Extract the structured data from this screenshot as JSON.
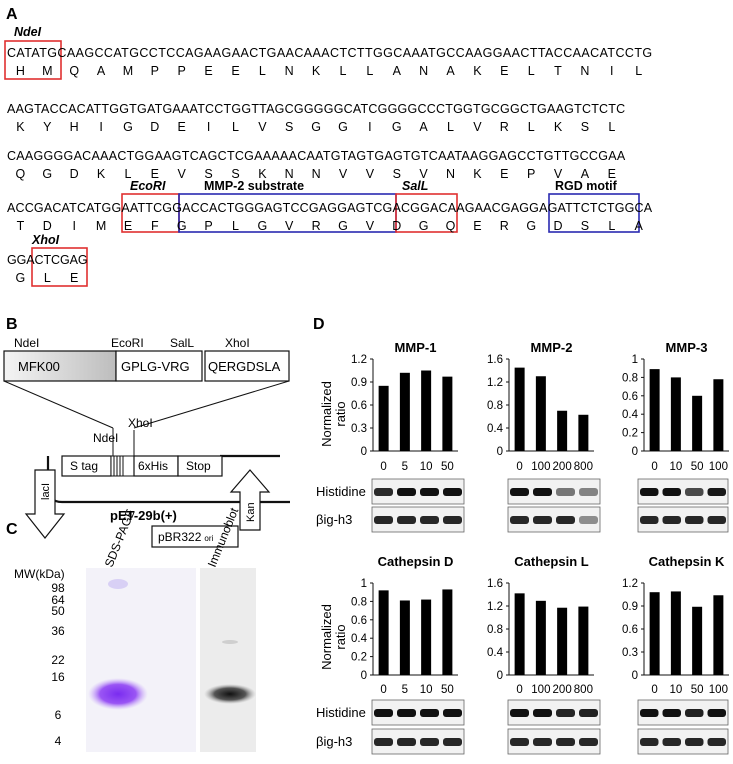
{
  "panels": {
    "a": "A",
    "b": "B",
    "c": "C",
    "d": "D"
  },
  "sequence": {
    "rows": [
      {
        "dna": "CATATGCAAGCCATGCCTCCAGAAGAACTGAACAAACTCTTGGCAAATGCCAAGGAACTTACCAACATCCTG",
        "aa": [
          "H",
          "M",
          "Q",
          "A",
          "M",
          "P",
          "P",
          "E",
          "E",
          "L",
          "N",
          "K",
          "L",
          "L",
          "A",
          "N",
          "A",
          "K",
          "E",
          "L",
          "T",
          "N",
          "I",
          "L"
        ]
      },
      {
        "dna": "AAGTACCACATTGGTGATGAAATCCTGGTTAGCGGGGGCATCGGGGCCCTGGTGCGGCTGAAGTCTCTC",
        "aa": [
          "K",
          "Y",
          "H",
          "I",
          "G",
          "D",
          "E",
          "I",
          "L",
          "V",
          "S",
          "G",
          "G",
          "I",
          "G",
          "A",
          "L",
          "V",
          "R",
          "L",
          "K",
          "S",
          "L"
        ]
      },
      {
        "dna": "CAAGGGGACAAACTGGAAGTCAGCTCGAAAAACAATGTAGTGAGTGTCAATAAGGAGCCTGTTGCCGAA",
        "aa": [
          "Q",
          "G",
          "D",
          "K",
          "L",
          "E",
          "V",
          "S",
          "S",
          "K",
          "N",
          "N",
          "V",
          "V",
          "S",
          "V",
          "N",
          "K",
          "E",
          "P",
          "V",
          "A",
          "E"
        ]
      },
      {
        "dna": "ACCGACATCATGGAATTCGGACCACTGGGAGTCCGAGGAGTCGACGGACAAGAACGAGGAGATTCTCTGGCA",
        "aa": [
          "T",
          "D",
          "I",
          "M",
          "E",
          "F",
          "G",
          "P",
          "L",
          "G",
          "V",
          "R",
          "G",
          "V",
          "D",
          "G",
          "Q",
          "E",
          "R",
          "G",
          "D",
          "S",
          "L",
          "A"
        ]
      },
      {
        "dna": "GGACTCGAG",
        "aa": [
          "G",
          "L",
          "E"
        ]
      }
    ],
    "sites": {
      "ndei": "NdeI",
      "ecori": "EcoRI",
      "mmp2": "MMP-2 substrate",
      "sall": "SalL",
      "rgd": "RGD motif",
      "xhoi": "XhoI"
    }
  },
  "construct": {
    "top_labels": [
      "NdeI",
      "EcoRI",
      "SalL",
      "XhoI"
    ],
    "segments": [
      "MFK00",
      "GPLG-VRG",
      "QERGDSLA"
    ],
    "vector_sites": [
      "NdeI",
      "XhoI"
    ],
    "vector_parts": [
      "S tag",
      "6xHis",
      "Stop"
    ],
    "lacl": "lacI",
    "kan": "Kan",
    "plasmid": "pET-29b(+)",
    "ori": "pBR322",
    "ori_sub": "ori"
  },
  "gel": {
    "mw_label": "MW(kDa)",
    "markers": [
      "98",
      "64",
      "50",
      "36",
      "22",
      "16",
      "6",
      "4"
    ],
    "lanes": [
      "SDS-PAGE",
      "Immunoblot"
    ],
    "band_color": "#8a3ff0"
  },
  "charts": {
    "ylabel_line1": "Normalized",
    "ylabel_line2": "ratio",
    "blot_label_top": "Histidine",
    "blot_label_bottom": "βig-h3"
  },
  "chart_data": [
    {
      "type": "bar",
      "title": "MMP-1",
      "categories": [
        "0",
        "5",
        "10",
        "50"
      ],
      "values": [
        0.85,
        1.02,
        1.05,
        0.97
      ],
      "ylim": [
        0,
        1.2
      ],
      "yticks": [
        "0",
        "0.3",
        "0.6",
        "0.9",
        "1.2"
      ],
      "xlabel": "",
      "ylabel": "Normalized ratio"
    },
    {
      "type": "bar",
      "title": "MMP-2",
      "categories": [
        "0",
        "100",
        "200",
        "800"
      ],
      "values": [
        1.45,
        1.3,
        0.7,
        0.63
      ],
      "ylim": [
        0,
        1.6
      ],
      "yticks": [
        "0",
        "0.4",
        "0.8",
        "1.2",
        "1.6"
      ],
      "xlabel": "",
      "ylabel": ""
    },
    {
      "type": "bar",
      "title": "MMP-3",
      "categories": [
        "0",
        "10",
        "50",
        "100"
      ],
      "values": [
        0.89,
        0.8,
        0.6,
        0.78
      ],
      "ylim": [
        0,
        1.0
      ],
      "yticks": [
        "0",
        "0.2",
        "0.4",
        "0.6",
        "0.8",
        "1"
      ],
      "xlabel": "",
      "ylabel": ""
    },
    {
      "type": "bar",
      "title": "Cathepsin D",
      "categories": [
        "0",
        "5",
        "10",
        "50"
      ],
      "values": [
        0.92,
        0.81,
        0.82,
        0.93
      ],
      "ylim": [
        0,
        1.0
      ],
      "yticks": [
        "0",
        "0.2",
        "0.4",
        "0.6",
        "0.8",
        "1"
      ],
      "xlabel": "",
      "ylabel": "Normalized ratio"
    },
    {
      "type": "bar",
      "title": "Cathepsin L",
      "categories": [
        "0",
        "100",
        "200",
        "800"
      ],
      "values": [
        1.42,
        1.29,
        1.17,
        1.19
      ],
      "ylim": [
        0,
        1.6
      ],
      "yticks": [
        "0",
        "0.4",
        "0.8",
        "1.2",
        "1.6"
      ],
      "xlabel": "",
      "ylabel": ""
    },
    {
      "type": "bar",
      "title": "Cathepsin K",
      "categories": [
        "0",
        "10",
        "50",
        "100"
      ],
      "values": [
        1.08,
        1.09,
        0.89,
        1.04
      ],
      "ylim": [
        0,
        1.2
      ],
      "yticks": [
        "0",
        "0.3",
        "0.6",
        "0.9",
        "1.2"
      ],
      "xlabel": "",
      "ylabel": ""
    }
  ]
}
